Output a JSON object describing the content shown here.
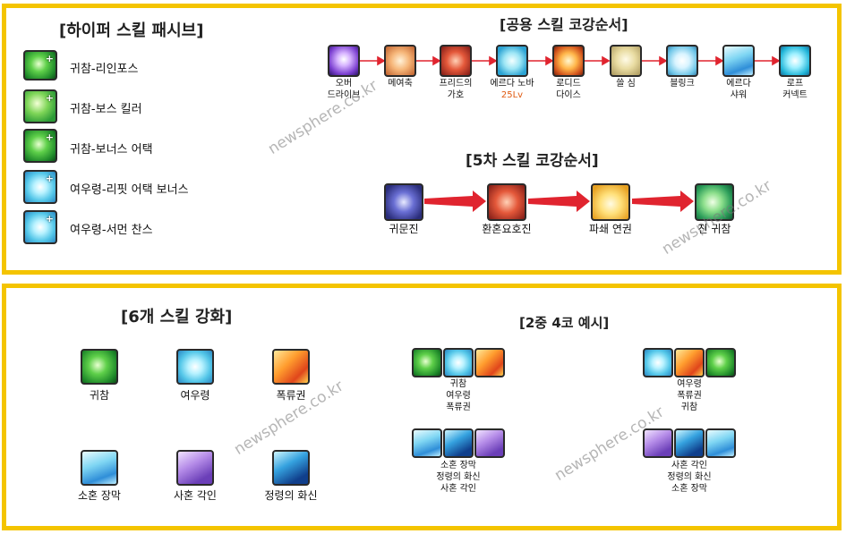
{
  "top": {
    "passive_title": "[하이퍼 스킬 패시브]",
    "passives": [
      {
        "label": "귀참-리인포스",
        "icon": "hyper-gwicham-reinforce-icon"
      },
      {
        "label": "귀참-보스 킬러",
        "icon": "hyper-gwicham-boss-killer-icon"
      },
      {
        "label": "귀참-보너스 어택",
        "icon": "hyper-gwicham-bonus-attack-icon"
      },
      {
        "label": "여우령-리핏 어택 보너스",
        "icon": "hyper-fox-spirit-repeat-icon"
      },
      {
        "label": "여우령-서먼 찬스",
        "icon": "hyper-fox-spirit-summon-icon"
      }
    ],
    "common_title": "[공용 스킬 코강순서]",
    "common_skills": [
      {
        "line1": "오버",
        "line2": "드라이브",
        "icon": "overdrive-icon"
      },
      {
        "line1": "메여축",
        "line2": "",
        "icon": "maple-goddess-blessing-icon"
      },
      {
        "line1": "프리드의",
        "line2": "가호",
        "icon": "freud-blessing-icon"
      },
      {
        "line1": "에르다 노바",
        "line2": "25Lv",
        "icon": "erda-nova-icon"
      },
      {
        "line1": "로디드",
        "line2": "다이스",
        "icon": "loaded-dice-icon"
      },
      {
        "line1": "쓸 심",
        "line2": "",
        "icon": "decent-sharp-eyes-icon"
      },
      {
        "line1": "블링크",
        "line2": "",
        "icon": "blink-icon"
      },
      {
        "line1": "에르다",
        "line2": "샤워",
        "icon": "erda-shower-icon"
      },
      {
        "line1": "로프",
        "line2": "커넥트",
        "icon": "rope-connect-icon"
      }
    ],
    "fifth_title": "[5차 스킬 코강순서]",
    "fifth_skills": [
      {
        "label": "귀문진",
        "icon": "gwimunjin-icon"
      },
      {
        "label": "환혼요호진",
        "icon": "hwanhon-yohojin-icon"
      },
      {
        "label": "파쇄 연권",
        "icon": "crushing-fist-icon"
      },
      {
        "label": "진 귀참",
        "icon": "true-gwicham-icon"
      }
    ]
  },
  "bottom": {
    "enhance_title": "[6개 스킬 강화]",
    "enhance_skills": [
      {
        "label": "귀참",
        "icon": "gwicham-icon"
      },
      {
        "label": "여우령",
        "icon": "fox-spirit-icon"
      },
      {
        "label": "폭류권",
        "icon": "torrent-fist-icon"
      },
      {
        "label": "소혼 장막",
        "icon": "sohon-curtain-icon"
      },
      {
        "label": "사혼 각인",
        "icon": "sahon-seal-icon"
      },
      {
        "label": "정령의 화신",
        "icon": "spirit-incarnation-icon"
      }
    ],
    "example_title": "[2중 4코 예시]",
    "examples": [
      {
        "lines": [
          "귀참",
          "여우령",
          "폭류권"
        ]
      },
      {
        "lines": [
          "여우령",
          "폭류권",
          "귀참"
        ]
      },
      {
        "lines": [
          "소혼 장막",
          "정령의 화신",
          "사혼 각인"
        ]
      },
      {
        "lines": [
          "사혼 각인",
          "정령의 화신",
          "소혼 장막"
        ]
      }
    ]
  },
  "watermark": "newsphere.co.kr",
  "colors": {
    "frame": "#f4c400",
    "arrow": "#e0242f",
    "level": "#e05a10"
  }
}
